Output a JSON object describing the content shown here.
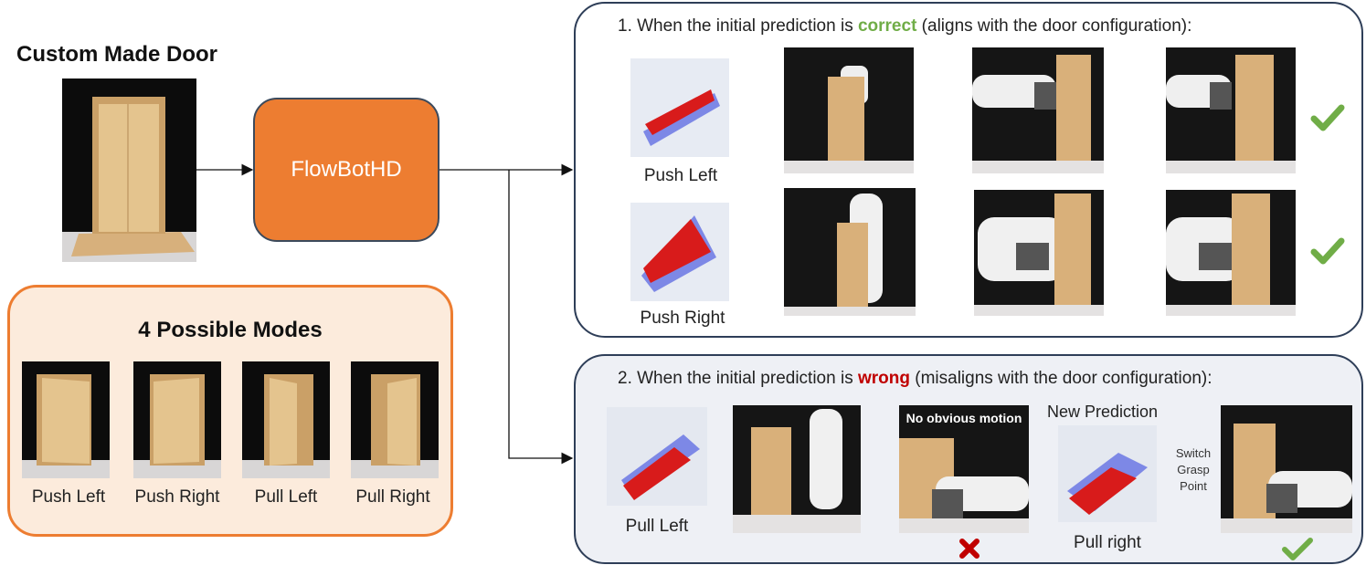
{
  "main_title": "Custom Made Door",
  "model_label": "FlowBotHD",
  "modes": {
    "title": "4 Possible Modes",
    "items": [
      "Push Left",
      "Push Right",
      "Pull Left",
      "Pull Right"
    ]
  },
  "case_correct": {
    "prefix": "1. When the initial prediction is ",
    "keyword": "correct",
    "suffix": " (aligns with the door configuration):",
    "rows": [
      {
        "label": "Push Left"
      },
      {
        "label": "Push Right"
      }
    ]
  },
  "case_wrong": {
    "prefix": "2. When the initial prediction is ",
    "keyword": "wrong",
    "suffix": " (misaligns with the door configuration):",
    "initial_label": "Pull Left",
    "overlay_text": "No obvious motion",
    "new_prediction_title": "New Prediction",
    "new_label": "Pull right",
    "switch_label_lines": [
      "Switch",
      "Grasp",
      "Point"
    ]
  },
  "colors": {
    "orange": "#ed7d31",
    "green_check": "#70ad47",
    "red_cross": "#c00000",
    "panel_border": "#2e3e58"
  }
}
